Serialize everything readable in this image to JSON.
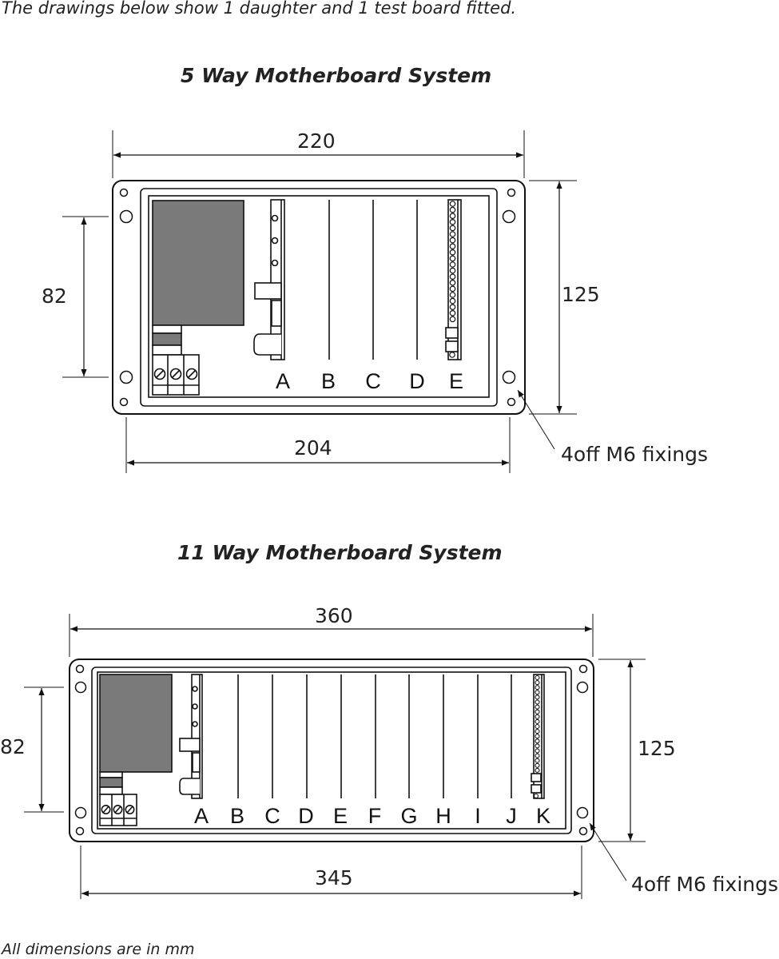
{
  "intro": "The drawings below show 1 daughter and 1 test board fitted.",
  "footnote": "All dimensions are in mm",
  "systems": [
    {
      "title": "5 Way Motherboard System",
      "dim_top": "220",
      "dim_bottom": "204",
      "dim_left": "82",
      "dim_right": "125",
      "fixings": "4off M6 fixings",
      "slots": [
        "A",
        "B",
        "C",
        "D",
        "E"
      ]
    },
    {
      "title": "11 Way Motherboard System",
      "dim_top": "360",
      "dim_bottom": "345",
      "dim_left": "82",
      "dim_right": "125",
      "fixings": "4off M6 fixings",
      "slots": [
        "A",
        "B",
        "C",
        "D",
        "E",
        "F",
        "G",
        "H",
        "I",
        "J",
        "K"
      ]
    }
  ]
}
